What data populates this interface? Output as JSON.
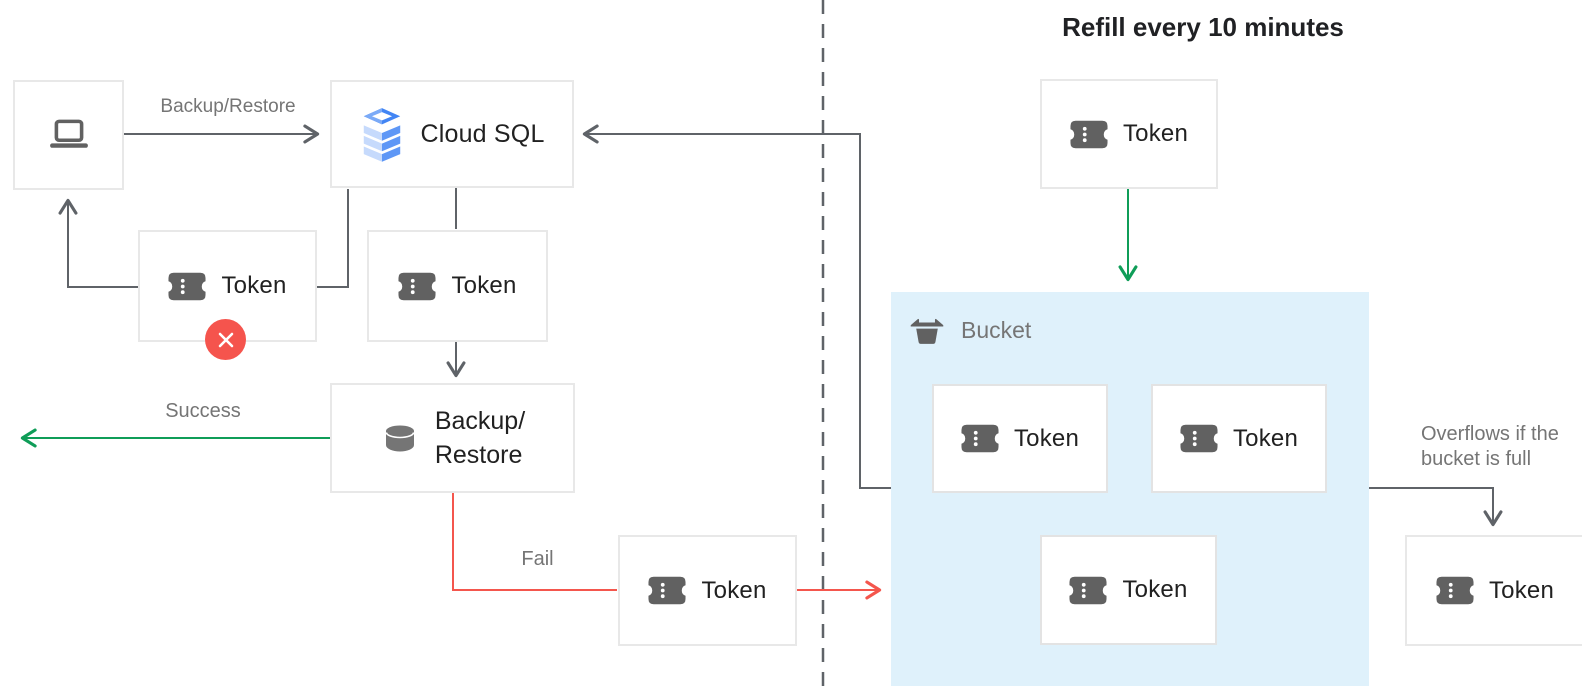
{
  "title": "Refill every 10 minutes",
  "labels": {
    "backup_restore_arrow": "Backup/Restore",
    "cloud_sql": "Cloud SQL",
    "token": "Token",
    "backup_l1": "Backup/",
    "backup_l2": "Restore",
    "success": "Success",
    "fail": "Fail",
    "bucket": "Bucket",
    "overflow_l1": "Overflows if the",
    "overflow_l2": "bucket is full"
  },
  "icons": {
    "client": "laptop-icon",
    "cloud_sql": "cloud-sql-icon",
    "token": "ticket-icon",
    "backup_restore": "database-icon",
    "bucket": "bucket-icon",
    "error": "x-circle-icon"
  },
  "colors": {
    "wire_gray": "#5f6368",
    "success_green": "#0f9d58",
    "fail_red": "#f4564d",
    "bucket_fill": "#dff1fb",
    "icon_gray": "#616161",
    "muted_text": "#757575",
    "dark_text": "#212121",
    "box_border": "#e8e8e8",
    "cloud_sql_blue": "#4285f4",
    "cloud_sql_blue_light": "#c6dafc"
  },
  "edges": [
    {
      "from": "client",
      "to": "cloud-sql",
      "label": "Backup/Restore",
      "color": "#5f6368"
    },
    {
      "from": "cloud-sql",
      "to": "token",
      "label": "",
      "color": "#5f6368"
    },
    {
      "from": "token",
      "to": "backup-restore",
      "label": "",
      "color": "#5f6368"
    },
    {
      "from": "rejected-token",
      "to": "client",
      "label": "",
      "color": "#5f6368"
    },
    {
      "from": "backup-restore",
      "to": "left-exit",
      "label": "Success",
      "color": "#0f9d58"
    },
    {
      "from": "backup-restore",
      "to": "fail-token",
      "label": "Fail",
      "color": "#f4564d"
    },
    {
      "from": "fail-token",
      "to": "bucket",
      "label": "",
      "color": "#f4564d"
    },
    {
      "from": "bucket",
      "to": "cloud-sql",
      "label": "",
      "color": "#5f6368"
    },
    {
      "from": "refill-token",
      "to": "bucket",
      "label": "Refill every 10 minutes",
      "color": "#0f9d58"
    },
    {
      "from": "bucket",
      "to": "overflow-token",
      "label": "Overflows if the bucket is full",
      "color": "#5f6368"
    }
  ]
}
